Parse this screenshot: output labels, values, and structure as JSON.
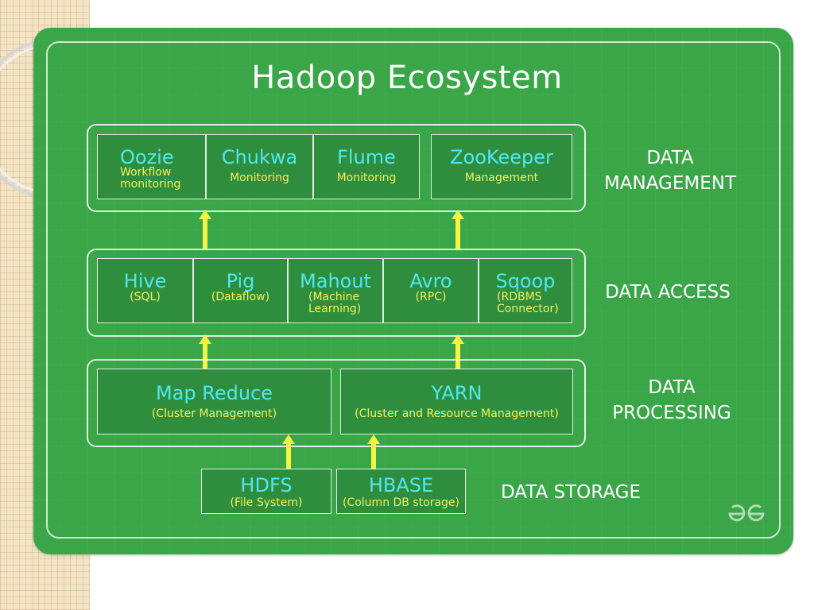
{
  "title": "Hadoop Ecosystem",
  "layers": {
    "data_management": {
      "label_line1": "DATA",
      "label_line2": "MANAGEMENT",
      "components": [
        {
          "name": "Oozie",
          "sub1": "Workflow",
          "sub2": "monitoring"
        },
        {
          "name": "Chukwa",
          "sub1": "Monitoring"
        },
        {
          "name": "Flume",
          "sub1": "Monitoring"
        },
        {
          "name": "ZooKeeper",
          "sub1": "Management"
        }
      ]
    },
    "data_access": {
      "label": "DATA ACCESS",
      "components": [
        {
          "name": "Hive",
          "sub1": "(SQL)"
        },
        {
          "name": "Pig",
          "sub1": "(Dataflow)"
        },
        {
          "name": "Mahout",
          "sub1": "(Machine",
          "sub2": "Learning)"
        },
        {
          "name": "Avro",
          "sub1": "(RPC)"
        },
        {
          "name": "Sqoop",
          "sub1": "(RDBMS",
          "sub2": "Connector)"
        }
      ]
    },
    "data_processing": {
      "label_line1": "DATA",
      "label_line2": "PROCESSING",
      "components": [
        {
          "name": "Map Reduce",
          "sub1": "(Cluster Management)"
        },
        {
          "name": "YARN",
          "sub1": "(Cluster and Resource Management)"
        }
      ]
    },
    "data_storage": {
      "label": "DATA STORAGE",
      "components": [
        {
          "name": "HDFS",
          "sub1": "(File System)"
        },
        {
          "name": "HBASE",
          "sub1": "(Column DB storage)"
        }
      ]
    }
  },
  "colors": {
    "background": "#3aa648",
    "cell": "#2f8e3d",
    "component_name": "#4fe8f0",
    "component_sub": "#f4f05a",
    "arrow": "#f4f542"
  },
  "logo_icon": "geeksforgeeks-logo-icon"
}
